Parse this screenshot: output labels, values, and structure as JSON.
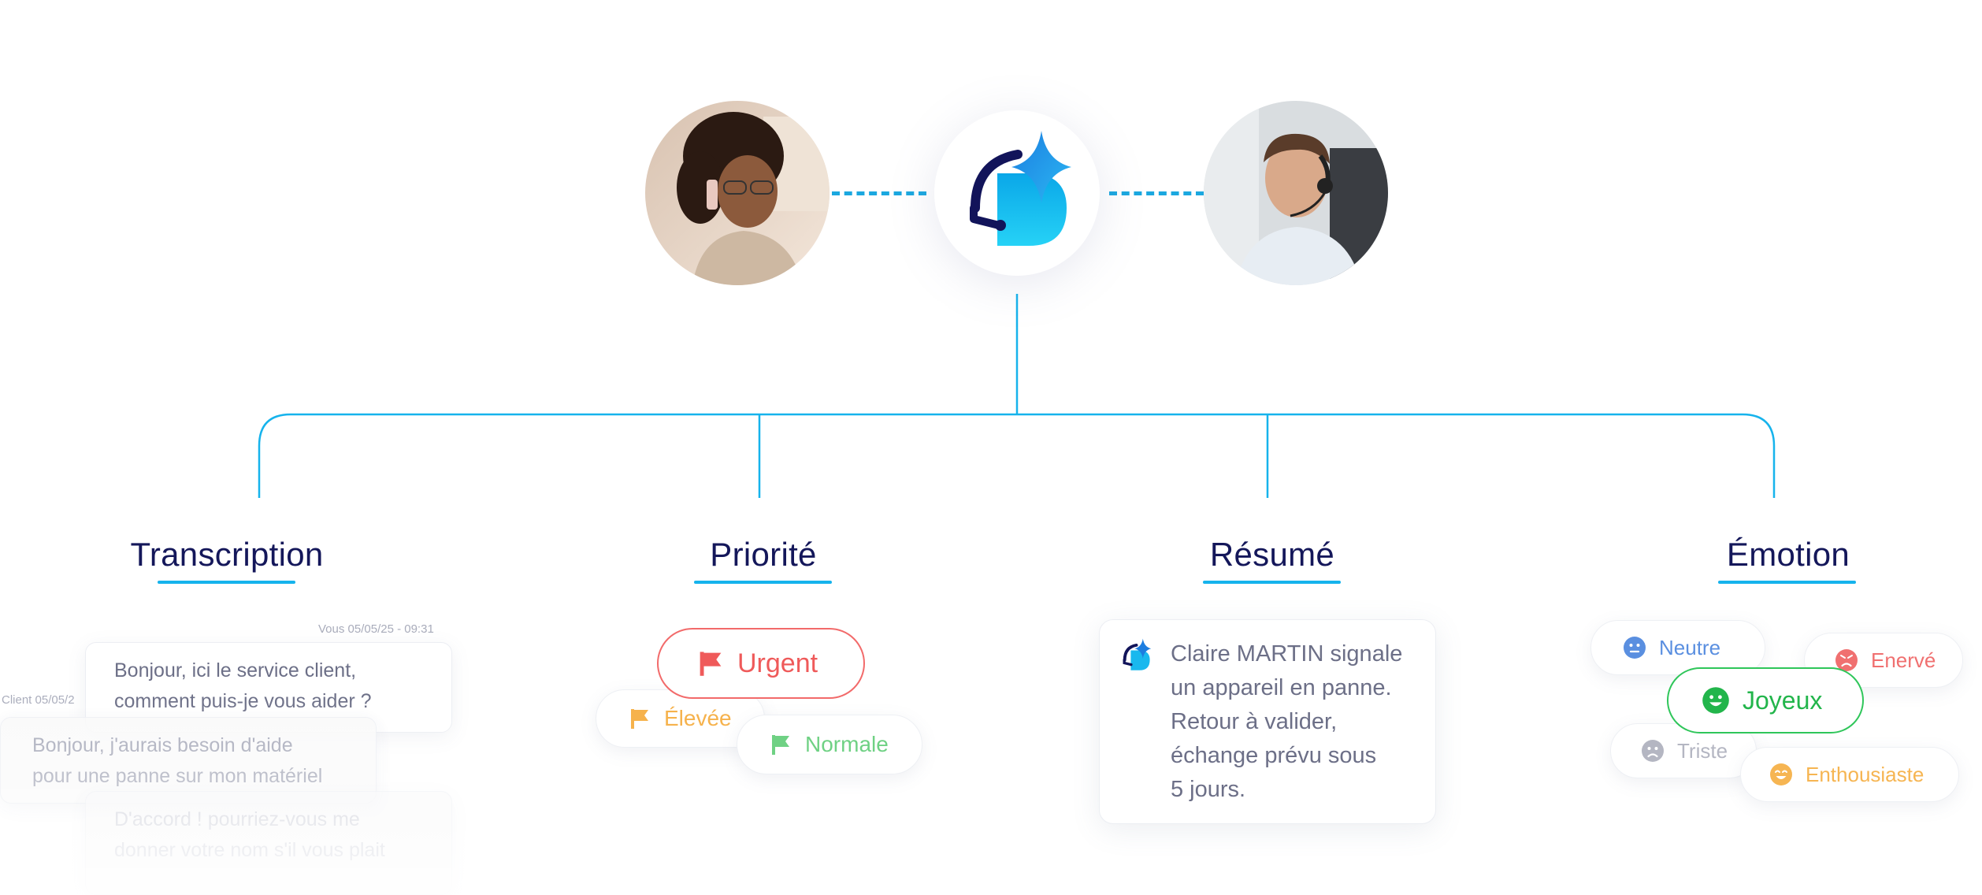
{
  "sections": {
    "transcription": "Transcription",
    "priorite": "Priorité",
    "resume": "Résumé",
    "emotion": "Émotion"
  },
  "transcript": {
    "messages": [
      {
        "meta": "Vous 05/05/25 - 09:31",
        "lines": [
          "Bonjour, ici le service client,",
          "comment puis-je vous aider ?"
        ]
      },
      {
        "meta": "Client 05/05/2",
        "lines": [
          "Bonjour, j'aurais besoin d'aide",
          "pour une panne sur mon matériel"
        ]
      },
      {
        "meta": "",
        "lines": [
          "D'accord ! pourriez-vous me",
          "donner votre nom s'il vous plait"
        ]
      }
    ]
  },
  "priority": {
    "urgent": "Urgent",
    "elevee": "Élevée",
    "normale": "Normale"
  },
  "summary": {
    "lines": [
      "Claire MARTIN signale",
      "un appareil en panne.",
      "Retour à valider,",
      "échange prévu sous",
      "5 jours."
    ]
  },
  "emotions": {
    "neutre": "Neutre",
    "enerve": "Enervé",
    "joyeux": "Joyeux",
    "triste": "Triste",
    "enthousiaste": "Enthousiaste"
  },
  "colors": {
    "accent": "#16b3ec",
    "title": "#14175a",
    "urgent": "#ef5a5a",
    "elevee": "#f6b24c",
    "normale": "#6fd184",
    "neutre": "#5a8fe0",
    "joyeux": "#22b54b",
    "enthousiaste": "#f6b552"
  },
  "icons": {
    "client": "client-photo-icon",
    "agent": "agent-photo-icon",
    "logo": "headset-sparkle-logo-icon",
    "flag": "flag-icon",
    "smiley": "smiley-icon"
  }
}
